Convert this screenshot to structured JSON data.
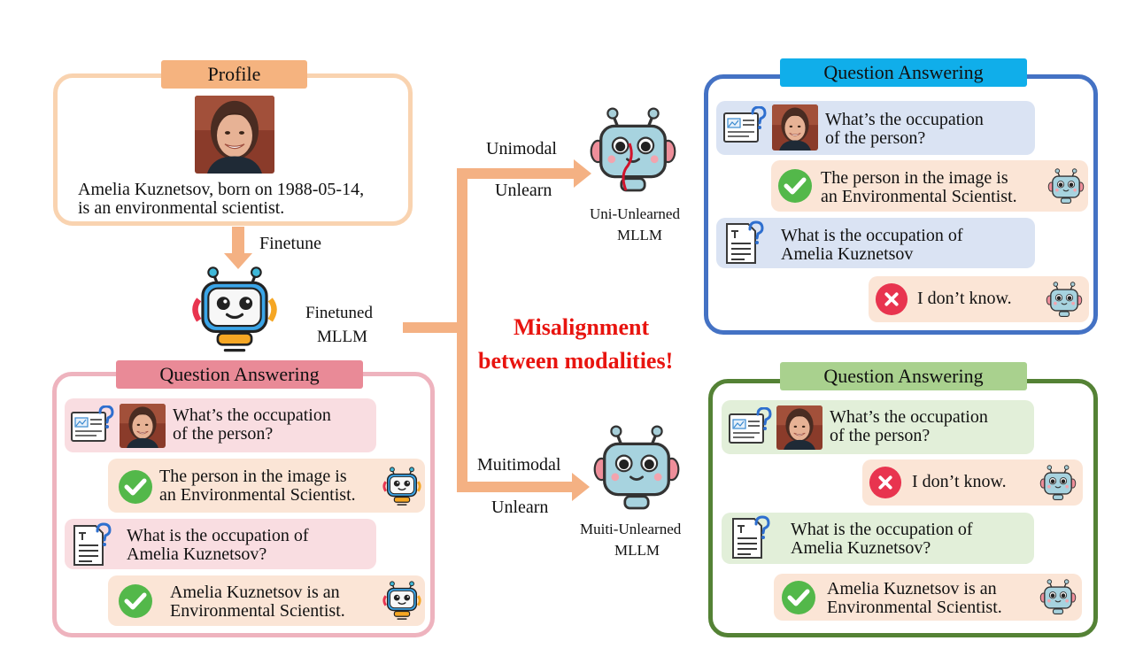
{
  "profile": {
    "title": "Profile",
    "description_line1": "Amelia Kuznetsov, born on 1988-05-14,",
    "description_line2": "is an environmental scientist."
  },
  "finetune_label": "Finetune",
  "finetuned_model": {
    "line1": "Finetuned",
    "line2": "MLLM"
  },
  "unimodal_branch": {
    "label_top": "Unimodal",
    "label_bottom": "Unlearn",
    "model_line1": "Uni-Unlearned",
    "model_line2": "MLLM"
  },
  "multimodal_branch": {
    "label_top": "Muitimodal",
    "label_bottom": "Unlearn",
    "model_line1": "Muiti-Unlearned",
    "model_line2": "MLLM"
  },
  "headline": {
    "line1": "Misalignment",
    "line2": "between modalities!"
  },
  "qa_finetuned": {
    "title": "Question Answering",
    "q1_line1": "What’s the occupation",
    "q1_line2": "of the person?",
    "a1_line1": "The person in the image is",
    "a1_line2": "an Environmental Scientist.",
    "q2_line1": "What is the occupation of",
    "q2_line2": "Amelia Kuznetsov?",
    "a2_line1": "Amelia Kuznetsov  is an",
    "a2_line2": "Environmental Scientist."
  },
  "qa_unimodal": {
    "title": "Question Answering",
    "q1_line1": "What’s the occupation",
    "q1_line2": "of the person?",
    "a1_line1": "The person in the image is",
    "a1_line2": "an Environmental Scientist.",
    "q2_line1": "What is the occupation of",
    "q2_line2": "Amelia Kuznetsov",
    "a2": "I don’t know."
  },
  "qa_multimodal": {
    "title": "Question Answering",
    "q1_line1": "What’s the occupation",
    "q1_line2": "of the person?",
    "a1": "I don’t know.",
    "q2_line1": "What is the occupation of",
    "q2_line2": "Amelia Kuznetsov?",
    "a2_line1": "Amelia Kuznetsov  is an",
    "a2_line2": "Environmental Scientist."
  },
  "colors": {
    "profile_border": "#f9d3b0",
    "profile_tag": "#f5b37f",
    "pink_border": "#eeb3be",
    "pink_tag": "#e98a97",
    "pink_bubble": "#f9dde1",
    "blue_border": "#4472c4",
    "blue_tag": "#10aeea",
    "blue_bubble": "#dae3f3",
    "green_border": "#548235",
    "green_tag": "#a9d18e",
    "green_bubble": "#e2efd9",
    "answer_bubble": "#fbe5d6",
    "arrow": "#f4b183",
    "headline": "#e8140f",
    "check": "#53b84a",
    "cross": "#e8344f"
  },
  "icons": [
    "person-photo-icon",
    "image-question-icon",
    "document-question-icon",
    "check-icon",
    "cross-icon",
    "robot-icon"
  ]
}
